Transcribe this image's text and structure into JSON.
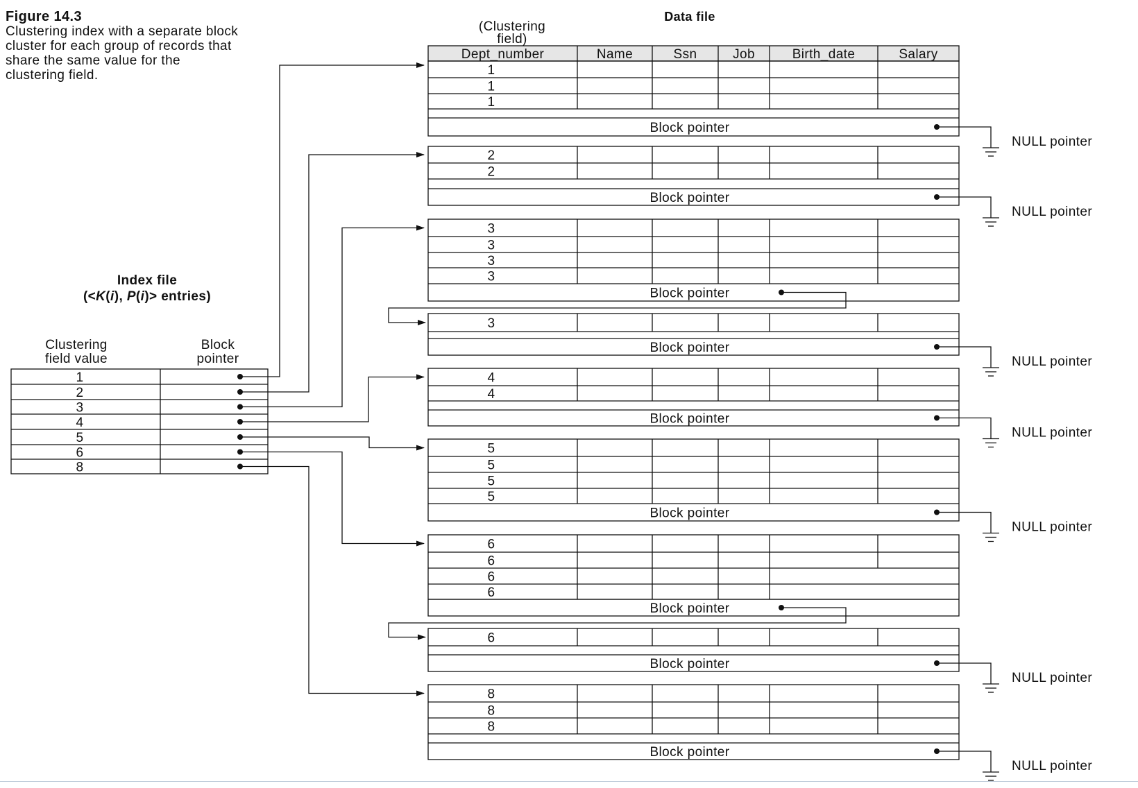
{
  "figure": {
    "number": "Figure 14.3",
    "caption": "Clustering index with a separate block cluster for each group of records that share the same value for the clustering field."
  },
  "data_file": {
    "title": "Data file",
    "clustering_field_label": "(Clustering field)",
    "columns": [
      "Dept_number",
      "Name",
      "Ssn",
      "Job",
      "Birth_date",
      "Salary"
    ],
    "block_pointer_label": "Block pointer",
    "null_pointer_label": "NULL pointer",
    "blocks": [
      {
        "values": [
          "1",
          "1",
          "1"
        ],
        "next": "null"
      },
      {
        "values": [
          "2",
          "2"
        ],
        "next": "null"
      },
      {
        "values": [
          "3",
          "3",
          "3",
          "3"
        ],
        "next": "block"
      },
      {
        "values": [
          "3"
        ],
        "next": "null"
      },
      {
        "values": [
          "4",
          "4"
        ],
        "next": "null"
      },
      {
        "values": [
          "5",
          "5",
          "5",
          "5"
        ],
        "next": "null"
      },
      {
        "values": [
          "6",
          "6",
          "6",
          "6"
        ],
        "next": "block"
      },
      {
        "values": [
          "6"
        ],
        "next": "null"
      },
      {
        "values": [
          "8",
          "8",
          "8"
        ],
        "next": "null"
      }
    ]
  },
  "index_file": {
    "title": "Index file",
    "entries_label_parts": [
      "(<",
      "K",
      "(",
      "i",
      "), ",
      "P",
      "(",
      "i",
      ")> entries)"
    ],
    "col_headers": [
      [
        "Clustering",
        "field value"
      ],
      [
        "Block",
        "pointer"
      ]
    ],
    "entries": [
      {
        "key": "1",
        "target_block": 0
      },
      {
        "key": "2",
        "target_block": 1
      },
      {
        "key": "3",
        "target_block": 2
      },
      {
        "key": "4",
        "target_block": 4
      },
      {
        "key": "5",
        "target_block": 5
      },
      {
        "key": "6",
        "target_block": 6
      },
      {
        "key": "8",
        "target_block": 8
      }
    ]
  },
  "colors": {
    "line": "#111111",
    "header_fill": "#e6e6e6"
  }
}
